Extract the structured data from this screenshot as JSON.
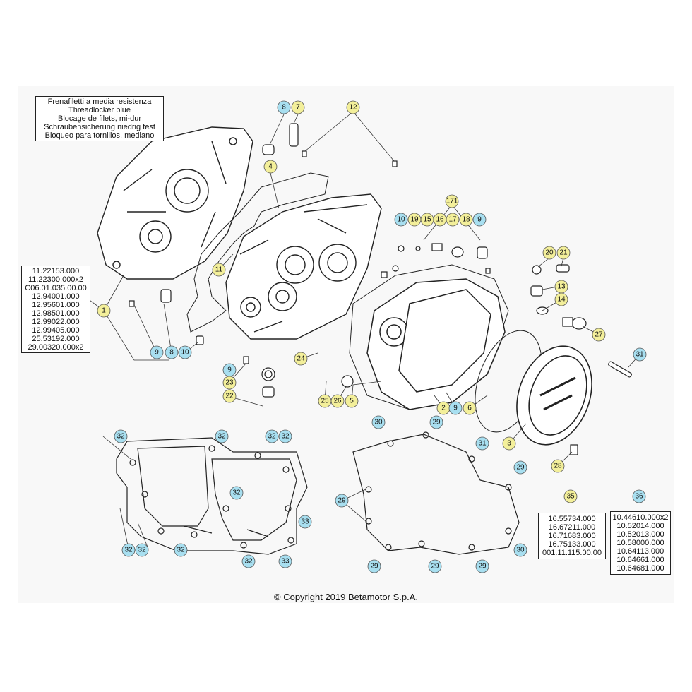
{
  "note_box": {
    "lines": [
      "Frenafiletti a media resistenza",
      "Threadlocker blue",
      "Blocage de filets, mi-dur",
      "Schraubensicherung niedrig fest",
      "Bloqueo para tornillos, mediano"
    ]
  },
  "kit_1": {
    "label": "1",
    "codes": [
      "11.22153.000",
      "11.22300.000x2",
      "C06.01.035.00.00",
      "12.94001.000",
      "12.95601.000",
      "12.98501.000",
      "12.99022.000",
      "12.99405.000",
      "25.53192.000",
      "29.00320.000x2"
    ]
  },
  "kit_35": {
    "label": "35",
    "codes": [
      "16.55734.000",
      "16.67211.000",
      "16.71683.000",
      "16.75133.000",
      "001.11.115.00.00"
    ]
  },
  "kit_36": {
    "label": "36",
    "codes": [
      "10.44610.000x2",
      "10.52014.000",
      "10.52013.000",
      "10.58000.000",
      "10.64113.000",
      "10.64661.000",
      "10.64681.000"
    ]
  },
  "callouts": [
    {
      "label": "8",
      "color": "#a8dff0"
    },
    {
      "label": "7",
      "color": "#f3ef9a"
    },
    {
      "label": "12",
      "color": "#f3ef9a"
    },
    {
      "label": "4",
      "color": "#f3ef9a"
    },
    {
      "label": "171",
      "color": "#f3ef9a"
    },
    {
      "label": "10",
      "color": "#a8dff0"
    },
    {
      "label": "19",
      "color": "#f3ef9a"
    },
    {
      "label": "15",
      "color": "#f3ef9a"
    },
    {
      "label": "16",
      "color": "#f3ef9a"
    },
    {
      "label": "17",
      "color": "#f3ef9a"
    },
    {
      "label": "18",
      "color": "#f3ef9a"
    },
    {
      "label": "9",
      "color": "#a8dff0"
    },
    {
      "label": "20",
      "color": "#f3ef9a"
    },
    {
      "label": "21",
      "color": "#f3ef9a"
    },
    {
      "label": "11",
      "color": "#f3ef9a"
    },
    {
      "label": "13",
      "color": "#f3ef9a"
    },
    {
      "label": "14",
      "color": "#f3ef9a"
    },
    {
      "label": "1",
      "color": "#f3ef9a"
    },
    {
      "label": "27",
      "color": "#f3ef9a"
    },
    {
      "label": "9",
      "color": "#a8dff0"
    },
    {
      "label": "8",
      "color": "#a8dff0"
    },
    {
      "label": "10",
      "color": "#a8dff0"
    },
    {
      "label": "31",
      "color": "#a8dff0"
    },
    {
      "label": "24",
      "color": "#f3ef9a"
    },
    {
      "label": "9",
      "color": "#a8dff0"
    },
    {
      "label": "23",
      "color": "#f3ef9a"
    },
    {
      "label": "22",
      "color": "#f3ef9a"
    },
    {
      "label": "25",
      "color": "#f3ef9a"
    },
    {
      "label": "26",
      "color": "#f3ef9a"
    },
    {
      "label": "5",
      "color": "#f3ef9a"
    },
    {
      "label": "2",
      "color": "#f3ef9a"
    },
    {
      "label": "9",
      "color": "#a8dff0"
    },
    {
      "label": "6",
      "color": "#f3ef9a"
    },
    {
      "label": "30",
      "color": "#a8dff0"
    },
    {
      "label": "29",
      "color": "#a8dff0"
    },
    {
      "label": "3",
      "color": "#f3ef9a"
    },
    {
      "label": "32",
      "color": "#a8dff0"
    },
    {
      "label": "32",
      "color": "#a8dff0"
    },
    {
      "label": "32",
      "color": "#a8dff0"
    },
    {
      "label": "32",
      "color": "#a8dff0"
    },
    {
      "label": "31",
      "color": "#a8dff0"
    },
    {
      "label": "28",
      "color": "#f3ef9a"
    },
    {
      "label": "29",
      "color": "#a8dff0"
    },
    {
      "label": "32",
      "color": "#a8dff0"
    },
    {
      "label": "29",
      "color": "#a8dff0"
    },
    {
      "label": "35",
      "color": "#f3ef9a"
    },
    {
      "label": "36",
      "color": "#a8dff0"
    },
    {
      "label": "33",
      "color": "#a8dff0"
    },
    {
      "label": "32",
      "color": "#a8dff0"
    },
    {
      "label": "32",
      "color": "#a8dff0"
    },
    {
      "label": "32",
      "color": "#a8dff0"
    },
    {
      "label": "30",
      "color": "#a8dff0"
    },
    {
      "label": "32",
      "color": "#a8dff0"
    },
    {
      "label": "33",
      "color": "#a8dff0"
    },
    {
      "label": "29",
      "color": "#a8dff0"
    },
    {
      "label": "29",
      "color": "#a8dff0"
    },
    {
      "label": "29",
      "color": "#a8dff0"
    }
  ],
  "copyright": "© Copyright 2019 Betamotor S.p.A."
}
